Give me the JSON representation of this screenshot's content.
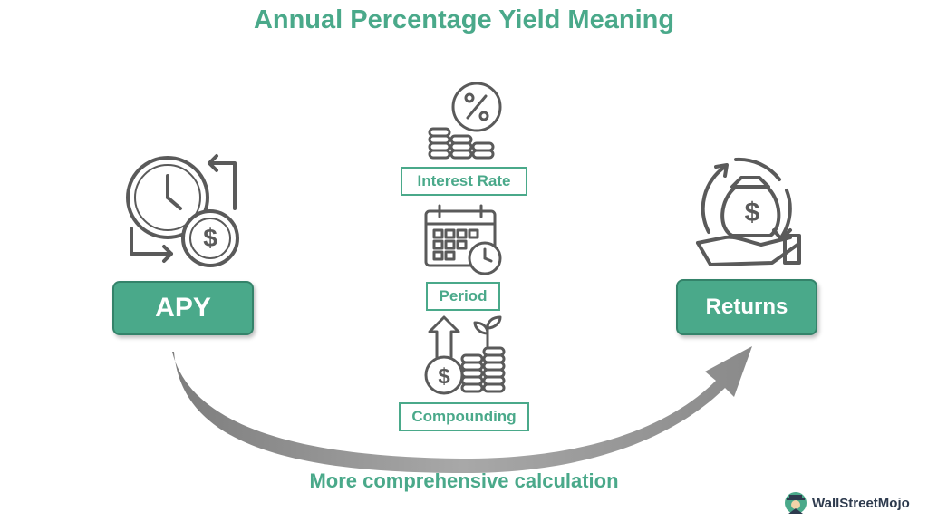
{
  "title": "Annual Percentage Yield Meaning",
  "left_box": {
    "label": "APY"
  },
  "right_box": {
    "label": "Returns"
  },
  "factors": [
    {
      "label": "Interest Rate",
      "icon": "percent-coins-icon"
    },
    {
      "label": "Period",
      "icon": "calendar-clock-icon"
    },
    {
      "label": "Compounding",
      "icon": "growth-coins-icon"
    }
  ],
  "caption": "More comprehensive calculation",
  "brand": {
    "name": "WallStreetMojo"
  },
  "colors": {
    "accent": "#4aa98a",
    "accent_dark": "#34836a",
    "icon_gray": "#5a5a5a",
    "arrow_gray": "#8c8c8c"
  }
}
